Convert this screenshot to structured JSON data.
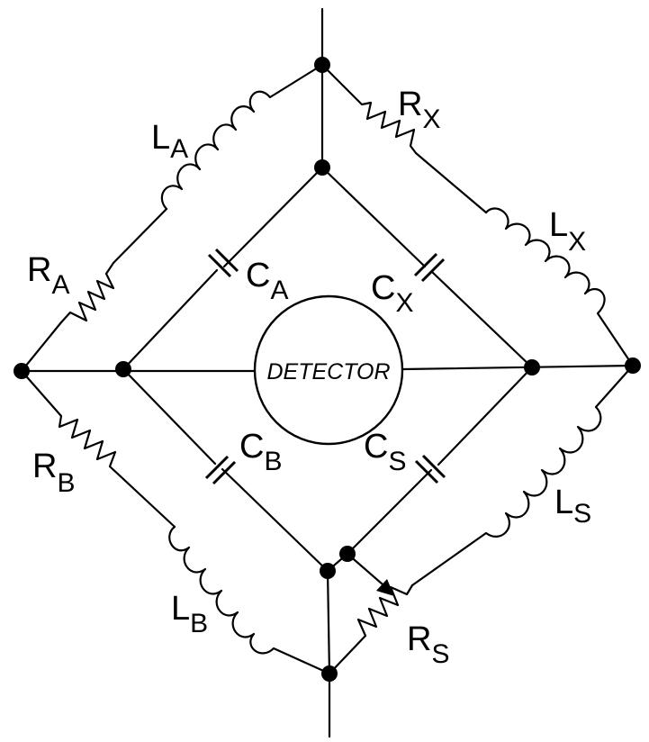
{
  "detector": {
    "label": "DETECTOR"
  },
  "labels": {
    "LA": {
      "main": "L",
      "sub": "A"
    },
    "RA": {
      "main": "R",
      "sub": "A"
    },
    "RX": {
      "main": "R",
      "sub": "X"
    },
    "LX": {
      "main": "L",
      "sub": "X"
    },
    "CA": {
      "main": "C",
      "sub": "A"
    },
    "CX": {
      "main": "C",
      "sub": "X"
    },
    "CB": {
      "main": "C",
      "sub": "B"
    },
    "CS": {
      "main": "C",
      "sub": "S"
    },
    "RB": {
      "main": "R",
      "sub": "B"
    },
    "LB": {
      "main": "L",
      "sub": "B"
    },
    "LS": {
      "main": "L",
      "sub": "S"
    },
    "RS": {
      "main": "R",
      "sub": "S"
    }
  },
  "colors": {
    "ink": "#000000",
    "paper": "#ffffff"
  }
}
